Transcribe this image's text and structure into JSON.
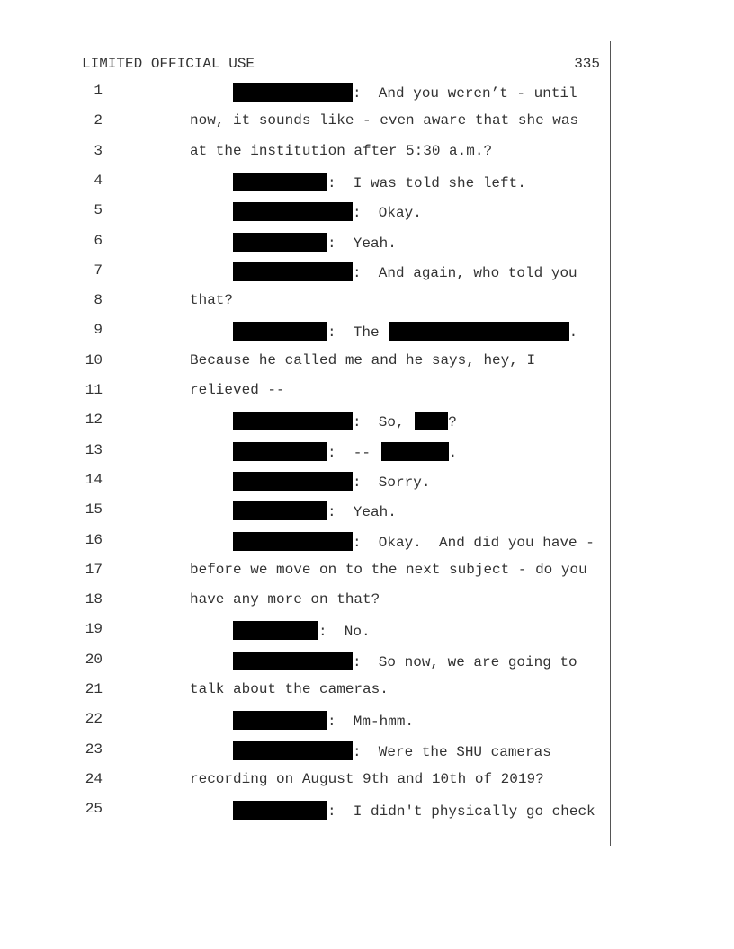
{
  "header": {
    "left": "LIMITED OFFICIAL USE",
    "page_number": "335"
  },
  "lines": [
    {
      "n": "1",
      "kind": "spk",
      "seg": [
        {
          "r": "a"
        },
        {
          "t": ":  And you weren’t - until"
        }
      ]
    },
    {
      "n": "2",
      "kind": "cont",
      "seg": [
        {
          "t": "now, it sounds like - even aware that she was"
        }
      ]
    },
    {
      "n": "3",
      "kind": "cont",
      "seg": [
        {
          "t": "at the institution after 5:30 a.m.?"
        }
      ]
    },
    {
      "n": "4",
      "kind": "spk",
      "seg": [
        {
          "r": "b"
        },
        {
          "t": ":  I was told she left."
        }
      ]
    },
    {
      "n": "5",
      "kind": "spk",
      "seg": [
        {
          "r": "a"
        },
        {
          "t": ":  Okay."
        }
      ]
    },
    {
      "n": "6",
      "kind": "spk",
      "seg": [
        {
          "r": "b"
        },
        {
          "t": ":  Yeah."
        }
      ]
    },
    {
      "n": "7",
      "kind": "spk",
      "seg": [
        {
          "r": "a"
        },
        {
          "t": ":  And again, who told you"
        }
      ]
    },
    {
      "n": "8",
      "kind": "cont",
      "seg": [
        {
          "t": "that?"
        }
      ]
    },
    {
      "n": "9",
      "kind": "spk",
      "seg": [
        {
          "r": "b"
        },
        {
          "t": ":  The"
        },
        {
          "r": "name"
        },
        {
          "t": "."
        }
      ]
    },
    {
      "n": "10",
      "kind": "cont",
      "seg": [
        {
          "t": "Because he called me and he says, hey, I"
        }
      ]
    },
    {
      "n": "11",
      "kind": "cont",
      "seg": [
        {
          "t": "relieved --"
        }
      ]
    },
    {
      "n": "12",
      "kind": "spk",
      "seg": [
        {
          "r": "a"
        },
        {
          "t": ":  So, "
        },
        {
          "r": "s"
        },
        {
          "t": "?"
        }
      ]
    },
    {
      "n": "13",
      "kind": "spk",
      "seg": [
        {
          "r": "b"
        },
        {
          "t": ":  -- "
        },
        {
          "r": "m"
        },
        {
          "t": "."
        }
      ]
    },
    {
      "n": "14",
      "kind": "spk",
      "seg": [
        {
          "r": "a"
        },
        {
          "t": ":  Sorry."
        }
      ]
    },
    {
      "n": "15",
      "kind": "spk",
      "seg": [
        {
          "r": "b"
        },
        {
          "t": ":  Yeah."
        }
      ]
    },
    {
      "n": "16",
      "kind": "spk",
      "seg": [
        {
          "r": "a"
        },
        {
          "t": ":  Okay.  And did you have -"
        }
      ]
    },
    {
      "n": "17",
      "kind": "cont",
      "seg": [
        {
          "t": "before we move on to the next subject - do you"
        }
      ]
    },
    {
      "n": "18",
      "kind": "cont",
      "seg": [
        {
          "t": "have any more on that?"
        }
      ]
    },
    {
      "n": "19",
      "kind": "spk",
      "seg": [
        {
          "r": "c"
        },
        {
          "t": ":  No."
        }
      ]
    },
    {
      "n": "20",
      "kind": "spk",
      "seg": [
        {
          "r": "a"
        },
        {
          "t": ":  So now, we are going to"
        }
      ]
    },
    {
      "n": "21",
      "kind": "cont",
      "seg": [
        {
          "t": "talk about the cameras."
        }
      ]
    },
    {
      "n": "22",
      "kind": "spk",
      "seg": [
        {
          "r": "b"
        },
        {
          "t": ":  Mm-hmm."
        }
      ]
    },
    {
      "n": "23",
      "kind": "spk",
      "seg": [
        {
          "r": "a"
        },
        {
          "t": ":  Were the SHU cameras"
        }
      ]
    },
    {
      "n": "24",
      "kind": "cont",
      "seg": [
        {
          "t": "recording on August 9th and 10th of 2019?"
        }
      ]
    },
    {
      "n": "25",
      "kind": "spk",
      "seg": [
        {
          "r": "b"
        },
        {
          "t": ":  I didn't physically go check"
        }
      ]
    }
  ]
}
